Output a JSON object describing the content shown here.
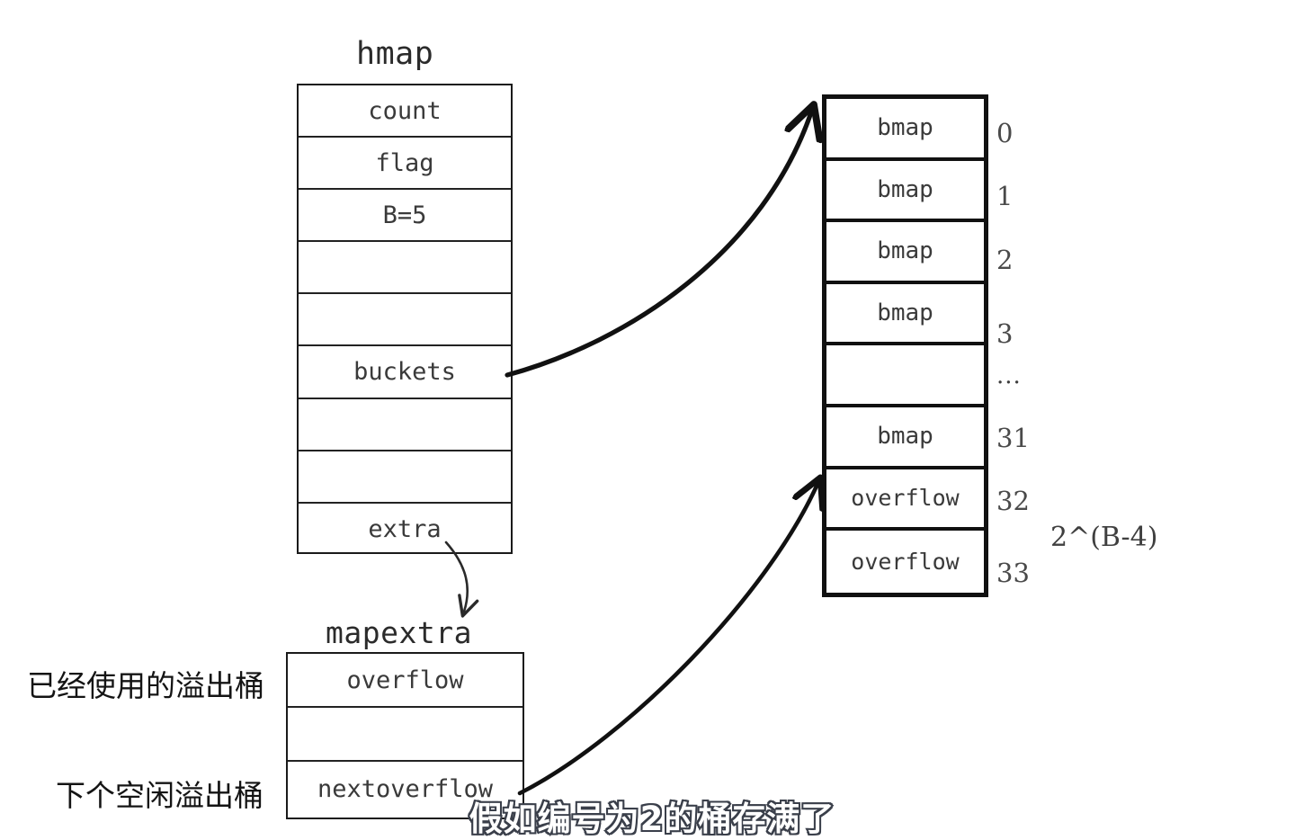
{
  "diagram": {
    "title_hmap": "hmap",
    "title_mapextra": "mapextra",
    "power_label": "2^(B-4)",
    "subtitle": "假如编号为2的桶存满了",
    "colors": {
      "background": "#ffffff",
      "line": "#111111",
      "text": "#3a3a3a",
      "subtitle_fill": "#ffffff",
      "subtitle_stroke": "#3a3f4a"
    }
  },
  "hmap": {
    "label": "hmap",
    "fields": [
      {
        "name": "count",
        "text": "count"
      },
      {
        "name": "flag",
        "text": "flag"
      },
      {
        "name": "b",
        "text": "B=5"
      },
      {
        "name": "empty-1",
        "text": ""
      },
      {
        "name": "empty-2",
        "text": ""
      },
      {
        "name": "buckets",
        "text": "buckets"
      },
      {
        "name": "empty-3",
        "text": ""
      },
      {
        "name": "empty-4",
        "text": ""
      },
      {
        "name": "extra",
        "text": "extra"
      }
    ]
  },
  "bmap": {
    "rows": [
      {
        "text": "bmap",
        "index": "0"
      },
      {
        "text": "bmap",
        "index": "1"
      },
      {
        "text": "bmap",
        "index": "2"
      },
      {
        "text": "bmap",
        "index": "3"
      },
      {
        "text": "",
        "index": "..."
      },
      {
        "text": "bmap",
        "index": "31"
      },
      {
        "text": "overflow",
        "index": "32"
      },
      {
        "text": "overflow",
        "index": "33"
      }
    ],
    "power_label": "2^(B-4)"
  },
  "mapextra": {
    "label": "mapextra",
    "fields": [
      {
        "name": "overflow",
        "text": "overflow",
        "annotation": "已经使用的溢出桶"
      },
      {
        "name": "empty-1",
        "text": "",
        "annotation": ""
      },
      {
        "name": "nextoverflow",
        "text": "nextoverflow",
        "annotation": "下个空闲溢出桶"
      }
    ]
  },
  "annotations": {
    "used_overflow": "已经使用的溢出桶",
    "next_free_overflow": "下个空闲溢出桶"
  }
}
